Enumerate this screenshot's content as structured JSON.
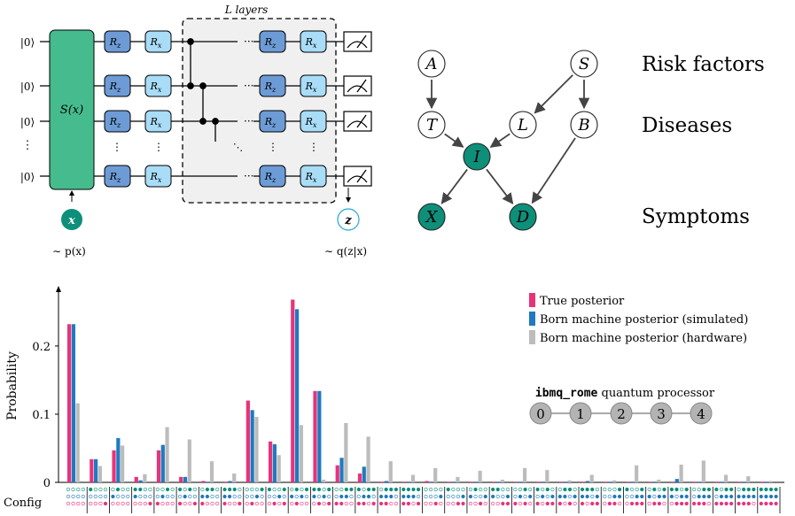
{
  "circuit": {
    "layers_label": "L layers",
    "inputs": [
      "|0⟩",
      "|0⟩",
      "|0⟩",
      "⋮",
      "|0⟩"
    ],
    "encoder_label": "S(x)",
    "rz_label": "Rz",
    "rx_label": "Rx",
    "input_var": "x",
    "prior_label": "∼ p(x)",
    "output_var": "z",
    "posterior_label": "∼ q(z|x)"
  },
  "bayes_net": {
    "nodes": [
      {
        "id": "A",
        "label": "A",
        "filled": false
      },
      {
        "id": "S",
        "label": "S",
        "filled": false
      },
      {
        "id": "T",
        "label": "T",
        "filled": false
      },
      {
        "id": "L",
        "label": "L",
        "filled": false
      },
      {
        "id": "B",
        "label": "B",
        "filled": false
      },
      {
        "id": "I",
        "label": "I",
        "filled": true
      },
      {
        "id": "X",
        "label": "X",
        "filled": true
      },
      {
        "id": "D",
        "label": "D",
        "filled": true
      }
    ],
    "edges": [
      [
        "A",
        "T"
      ],
      [
        "S",
        "L"
      ],
      [
        "S",
        "B"
      ],
      [
        "T",
        "I"
      ],
      [
        "L",
        "I"
      ],
      [
        "I",
        "X"
      ],
      [
        "I",
        "D"
      ],
      [
        "B",
        "D"
      ]
    ],
    "row_labels": [
      "Risk factors",
      "Diseases",
      "Symptoms"
    ]
  },
  "colors": {
    "teal": "#0e8f7a",
    "encoder_green": "#46bb8e",
    "rz_blue": "#6d9bd6",
    "rx_blue": "#a9dcf6",
    "true_posterior": "#e7337a",
    "born_simulated": "#1f7abf",
    "born_hardware": "#bcbcbc",
    "qubit_grey": "#b3b3b3"
  },
  "chart_data": {
    "type": "bar",
    "ylabel": "Probability",
    "xlabel": "Config",
    "yticks": [
      0,
      0.1,
      0.2
    ],
    "ylim": [
      0,
      0.27
    ],
    "legend_position": "top-right",
    "series": [
      {
        "name": "True posterior",
        "values": [
          0.232,
          0.034,
          0.047,
          0.008,
          0.047,
          0.008,
          0.002,
          0.001,
          0.12,
          0.06,
          0.268,
          0.134,
          0.025,
          0.013,
          0.001,
          0.001,
          0.002,
          0.001,
          0.001,
          0.001,
          0.001,
          0.001,
          0.001,
          0.001,
          0.001,
          0.001,
          0.001,
          0.001,
          0.001,
          0.001,
          0.001,
          0.001
        ]
      },
      {
        "name": "Born machine posterior (simulated)",
        "values": [
          0.232,
          0.034,
          0.065,
          0.003,
          0.055,
          0.008,
          0.001,
          0.002,
          0.106,
          0.056,
          0.254,
          0.134,
          0.036,
          0.023,
          0.002,
          0.001,
          0.001,
          0.001,
          0.001,
          0.001,
          0.001,
          0.001,
          0.001,
          0.002,
          0.001,
          0.001,
          0.001,
          0.005,
          0.001,
          0.001,
          0.001,
          0.001
        ]
      },
      {
        "name": "Born machine posterior (hardware)",
        "values": [
          0.116,
          0.024,
          0.054,
          0.012,
          0.081,
          0.063,
          0.031,
          0.013,
          0.096,
          0.04,
          0.084,
          0.004,
          0.087,
          0.067,
          0.031,
          0.011,
          0.021,
          0.008,
          0.017,
          0.004,
          0.021,
          0.018,
          0.003,
          0.011,
          0.003,
          0.025,
          0.004,
          0.026,
          0.032,
          0.011,
          0.009,
          0.002
        ]
      }
    ]
  },
  "processor": {
    "name": "ibmq_rome",
    "suffix": "quantum processor",
    "qubits": [
      "0",
      "1",
      "2",
      "3",
      "4"
    ]
  }
}
